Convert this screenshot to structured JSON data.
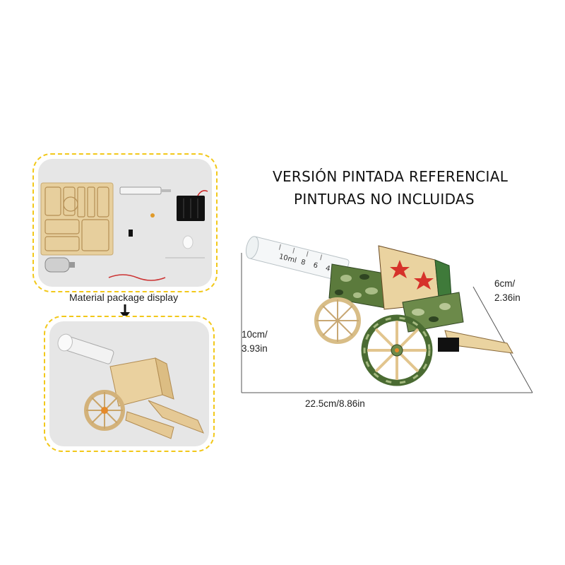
{
  "heading": {
    "line1": "VERSIÓN PINTADA REFERENCIAL",
    "line2": "PINTURAS NO INCLUIDAS"
  },
  "caption": "Material package display",
  "dimensions": {
    "height_cm": "10cm/",
    "height_in": "3.93in",
    "depth_cm": "6cm/",
    "depth_in": "2.36in",
    "width": "22.5cm/8.86in"
  },
  "syringe": {
    "top_label": "10ml",
    "marks": [
      "10ml",
      "8",
      "6",
      "4"
    ]
  },
  "colors": {
    "panel_border": "#f2c81a",
    "panel_bg": "#e6e6e6",
    "wood": "#e9cf9c",
    "camo_dark": "#3d5b2a",
    "camo_light": "#9bb07a"
  }
}
